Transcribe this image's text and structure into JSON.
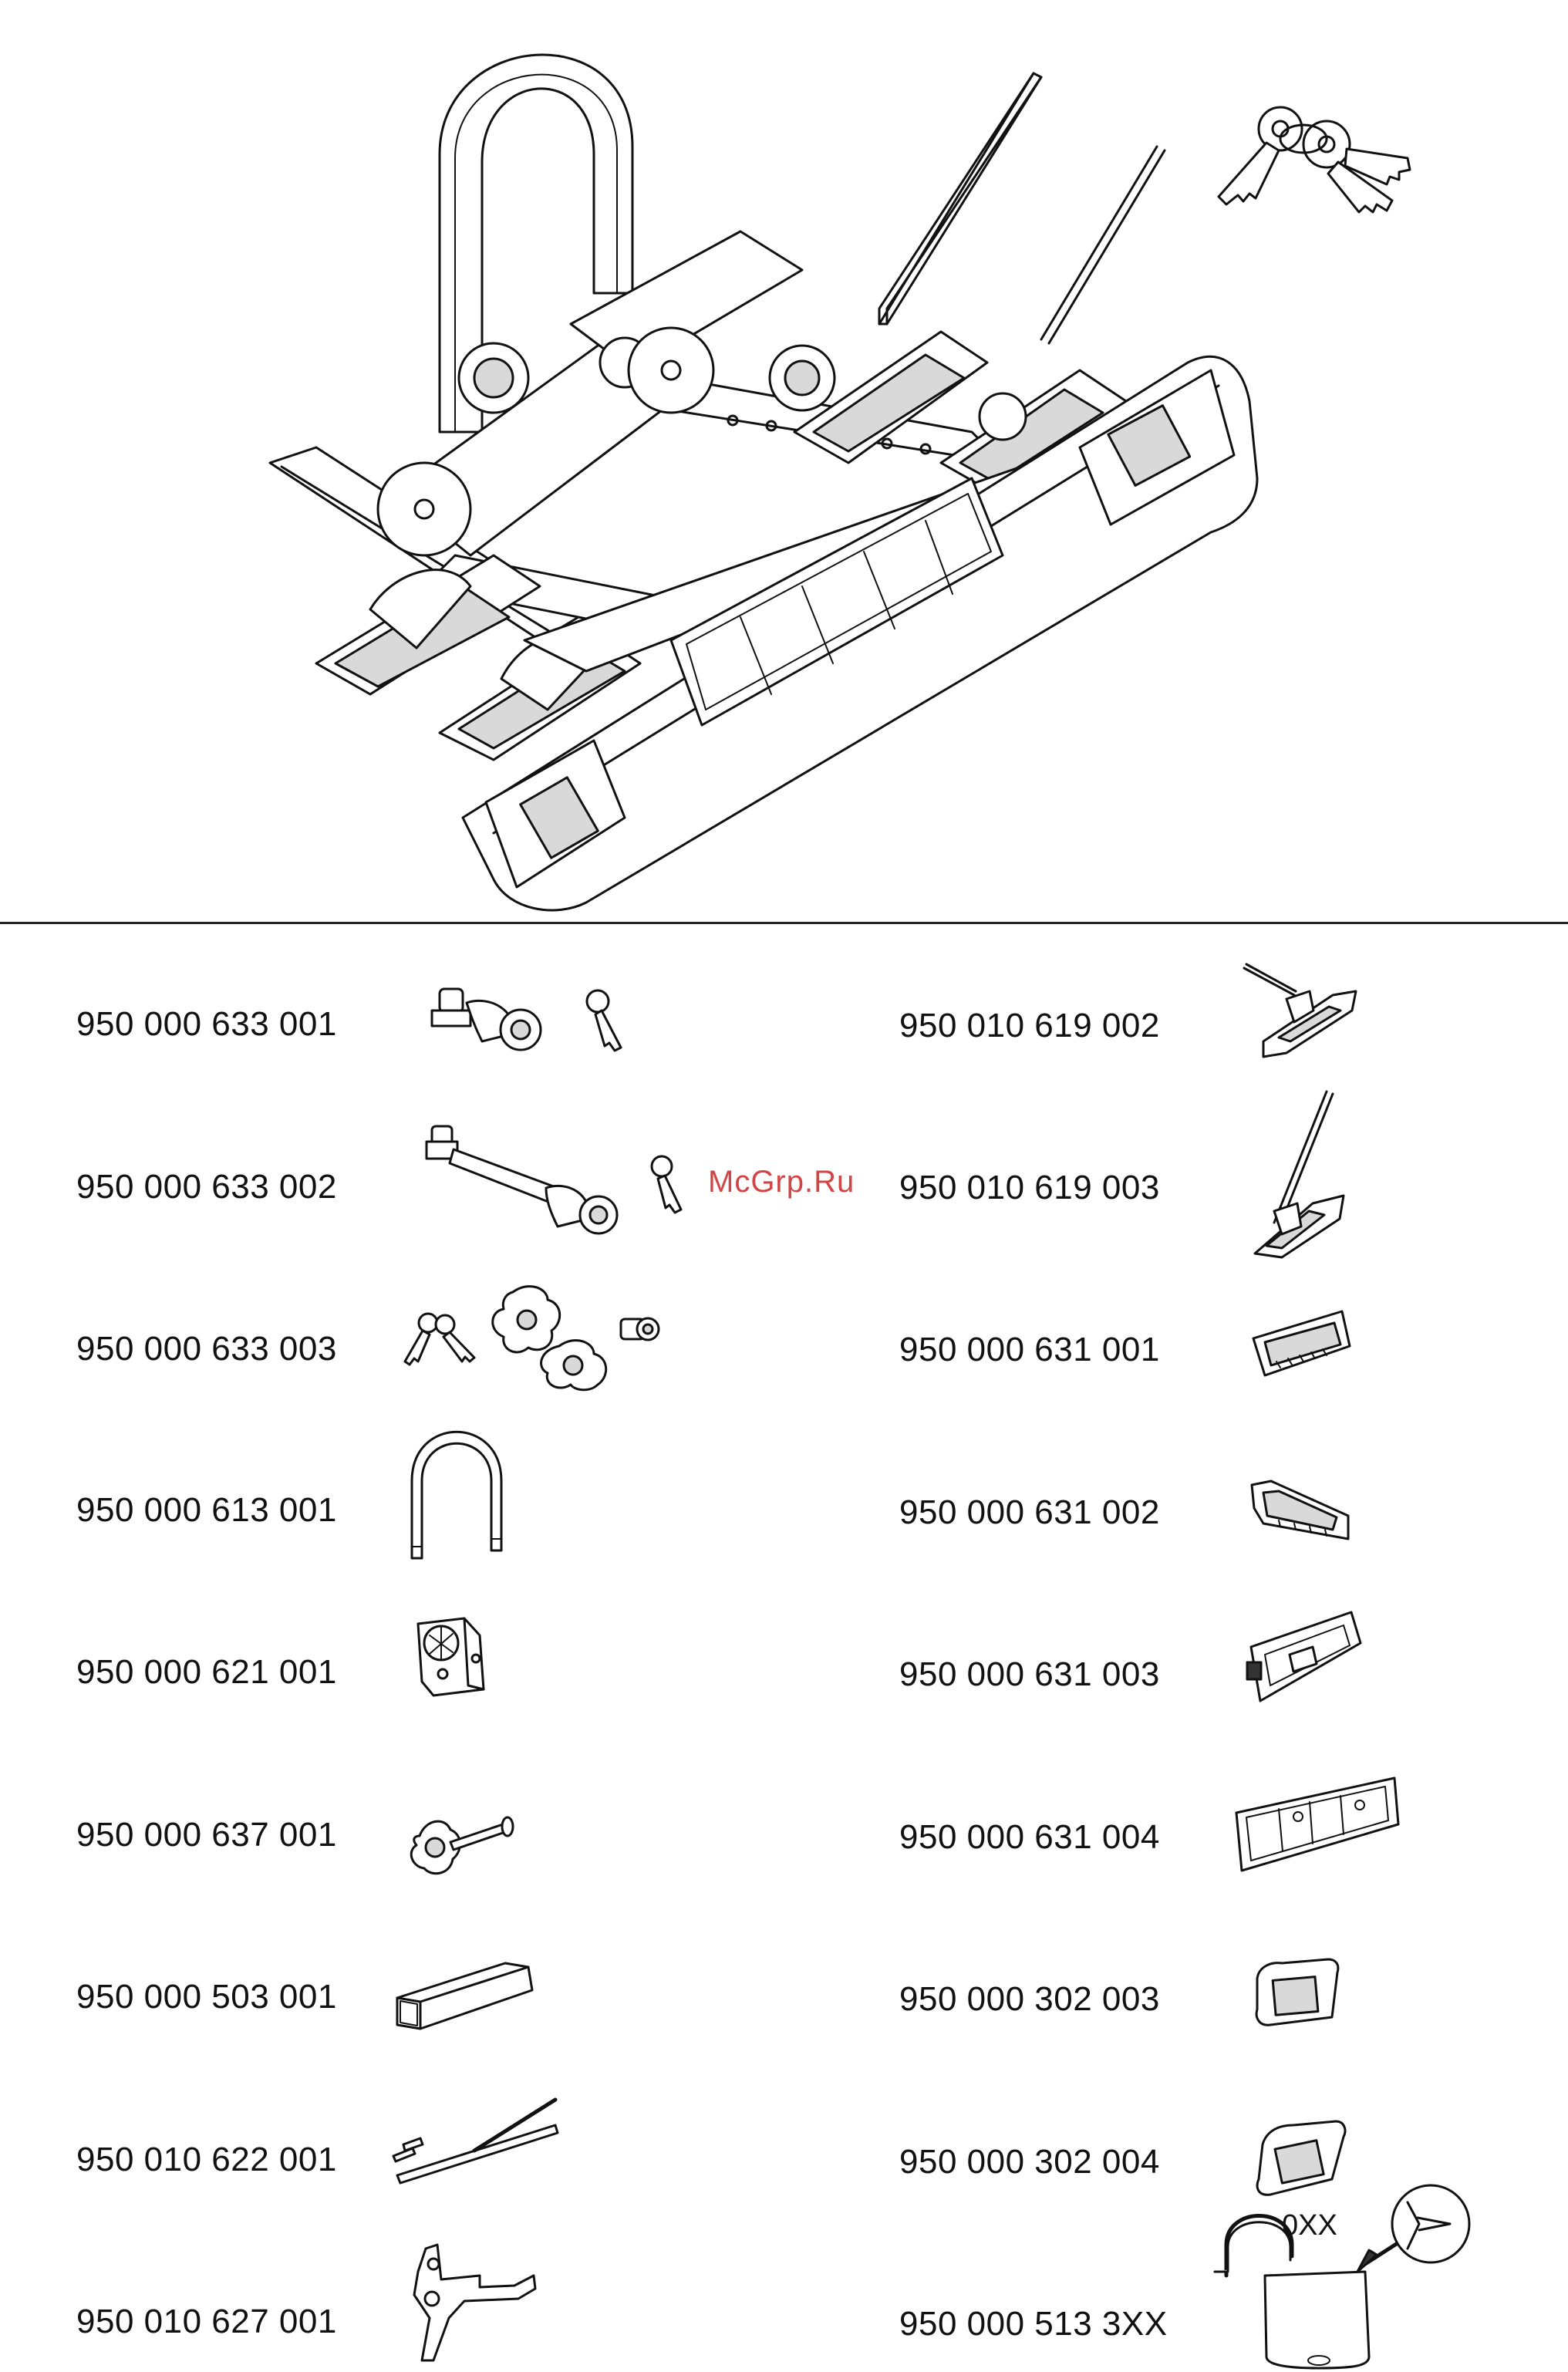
{
  "watermark": "McGrp.Ru",
  "lock_label": "0XX",
  "parts_left": [
    {
      "number": "950 000 633 001"
    },
    {
      "number": "950 000 633 002"
    },
    {
      "number": "950 000 633 003"
    },
    {
      "number": "950 000 613 001"
    },
    {
      "number": "950 000 621 001"
    },
    {
      "number": "950 000 637 001"
    },
    {
      "number": "950 000 503 001"
    },
    {
      "number": "950 010 622 001"
    },
    {
      "number": "950 010 627 001"
    }
  ],
  "parts_right": [
    {
      "number": "950 010 619 002"
    },
    {
      "number": "950 010 619 003"
    },
    {
      "number": "950 000 631 001"
    },
    {
      "number": "950 000 631 002"
    },
    {
      "number": "950 000 631 003"
    },
    {
      "number": "950 000 631 004"
    },
    {
      "number": "950 000 302 003"
    },
    {
      "number": "950 000 302 004"
    },
    {
      "number": "950 000 513 3XX"
    }
  ]
}
